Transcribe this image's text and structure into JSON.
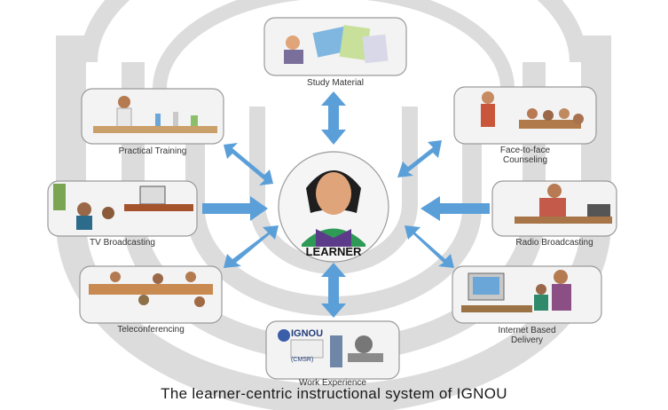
{
  "center": {
    "label": "LEARNER"
  },
  "nodes": [
    {
      "id": "study-material",
      "label_lines": [
        "Study Material"
      ]
    },
    {
      "id": "face-to-face",
      "label_lines": [
        "Face-to-face",
        "Counseling"
      ]
    },
    {
      "id": "radio",
      "label_lines": [
        "Radio Broadcasting"
      ]
    },
    {
      "id": "internet",
      "label_lines": [
        "Internet Based",
        "Delivery"
      ]
    },
    {
      "id": "work-experience",
      "label_lines": [
        "Work Experience"
      ]
    },
    {
      "id": "teleconferencing",
      "label_lines": [
        "Teleconferencing"
      ]
    },
    {
      "id": "tv",
      "label_lines": [
        "TV Broadcasting"
      ]
    },
    {
      "id": "practical",
      "label_lines": [
        "Practical Training"
      ]
    }
  ],
  "ignou_badge": {
    "name": "IGNOU",
    "sub": "(CMSR)"
  },
  "caption": "The learner-centric instructional system of IGNOU",
  "colors": {
    "arrow": "#5b9fd9",
    "ring": "#d9d9d9",
    "frame": "#9a9a9a",
    "panel": "#f2f2f2"
  }
}
